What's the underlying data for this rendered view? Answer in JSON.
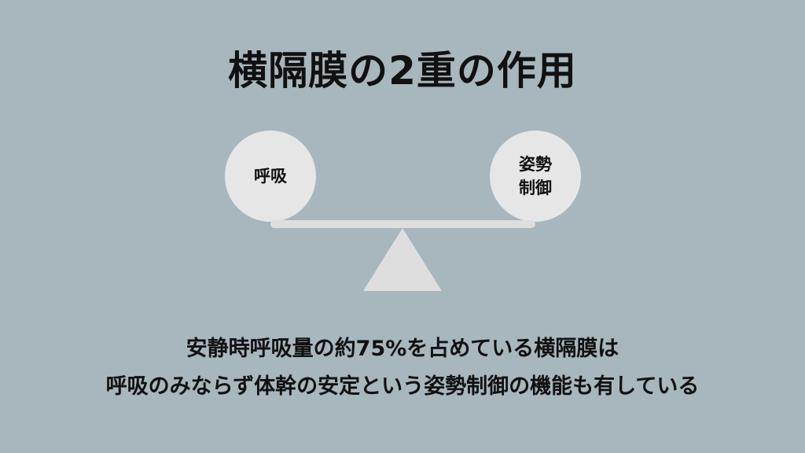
{
  "title": "横隔膜の2重の作用",
  "left_weight": {
    "label": "呼吸"
  },
  "right_weight": {
    "line1": "姿勢",
    "line2": "制御"
  },
  "caption": {
    "line1": "安静時呼吸量の約75%を占めている横隔膜は",
    "line2": "呼吸のみならず体幹の安定という姿勢制御の機能も有している"
  },
  "colors": {
    "background": "#a8b6be",
    "shape": "#e6e6e6",
    "beam": "#dedede"
  }
}
